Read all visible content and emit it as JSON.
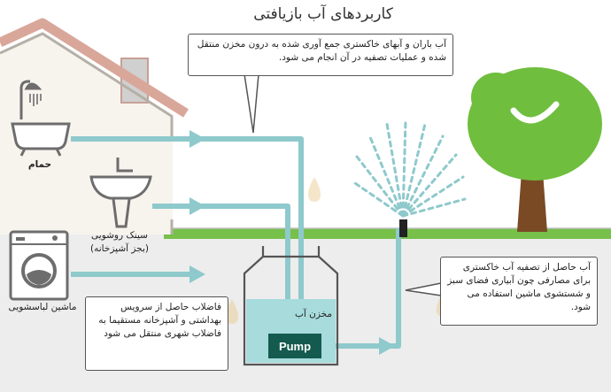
{
  "title": "کاربردهای آب بازیافتی",
  "callouts": {
    "top": "آب باران و آبهای خاکستری جمع آوری شده به درون مخزن منتقل شده و عملیات تصفیه در آن انجام می شود.",
    "right": "آب حاصل از تصفیه آب خاکستری برای مصارفی چون آبیاری فضای سبز و شستشوی ماشین استفاده می شود.",
    "bottom": "فاضلاب حاصل از سرویس بهداشتی و آشپزخانه مستقیما به فاضلاب شهری منتقل می شود"
  },
  "labels": {
    "bath": "حمام",
    "sink_line1": "سینک روشویی",
    "sink_line2": "(بجز آشپزخانه)",
    "washer": "ماشین لباسشویی",
    "tank": "مخزن آب",
    "pump": "Pump"
  },
  "colors": {
    "pipe": "#8ec9cc",
    "water": "#a7dbdc",
    "wall": "#b5b0a7",
    "wall_fill": "#f7f4ee",
    "roof": "#d9a79a",
    "grass": "#77c04a",
    "tree_green": "#6fbe3e",
    "trunk": "#7a4a25",
    "pump_bg": "#145a4e"
  },
  "icons": [
    "shower-bathtub-icon",
    "sink-icon",
    "washing-machine-icon",
    "tree-icon",
    "sprinkler-icon",
    "watermark-drop-icon"
  ]
}
